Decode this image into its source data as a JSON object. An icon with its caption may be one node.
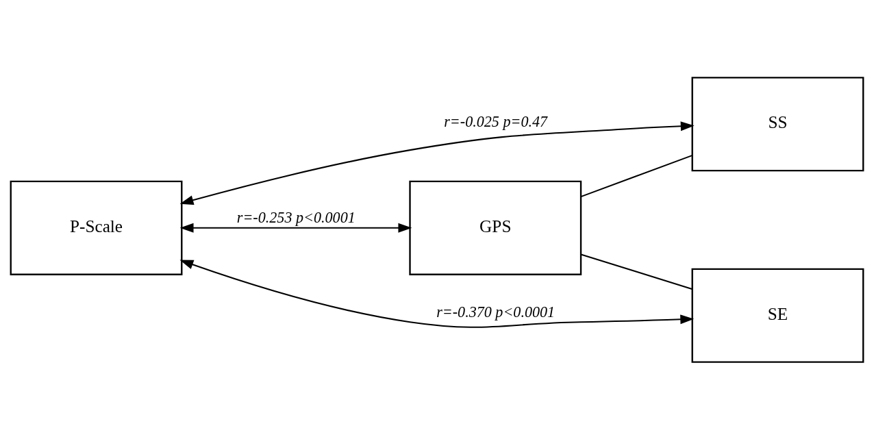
{
  "diagram": {
    "nodes": [
      {
        "text": [
          "P-Scale"
        ]
      },
      {
        "text": [
          "GPS"
        ]
      },
      {
        "text": [
          "SS"
        ]
      },
      {
        "text": [
          "SE"
        ]
      }
    ],
    "edges": [
      {
        "from": 0,
        "to": 2,
        "arrow": "both",
        "label": "r=-0.025 p=0.47"
      },
      {
        "from": 0,
        "to": 1,
        "arrow": "both",
        "label": "r=-0.253 p<0.0001"
      },
      {
        "from": 1,
        "to": 2,
        "arrow": "none"
      },
      {
        "from": 1,
        "to": 3,
        "arrow": "none"
      },
      {
        "from": 0,
        "to": 3,
        "arrow": "both",
        "label": "r=-0.370 p<0.0001"
      }
    ]
  }
}
